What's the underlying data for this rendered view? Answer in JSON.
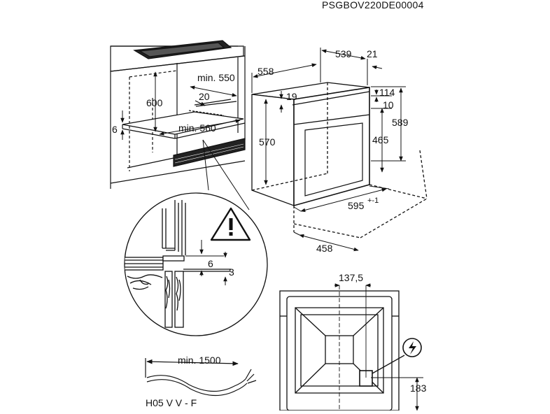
{
  "diagram": {
    "code": "PSGBOV220DE00004",
    "warning_symbol": "warning-triangle-icon",
    "electrical_symbol": "electrical-connection-icon",
    "cabinet": {
      "height": "600",
      "min_width": "min. 550",
      "back_gap": "20",
      "min_depth": "min. 560",
      "floor_offset": "6"
    },
    "oven": {
      "depth_total": "558",
      "depth_body": "539",
      "front_thickness": "21",
      "top_offset": "19",
      "height_body": "570",
      "top_step": "114",
      "front_step": "10",
      "height_total": "589",
      "height_front": "465",
      "width": "595",
      "width_tolerance": "+-1",
      "bottom_depth": "458"
    },
    "detail": {
      "gap_a": "6",
      "gap_b": "3"
    },
    "cable": {
      "min_length": "min. 1500",
      "type": "H05 V V - F"
    },
    "rear": {
      "offset": "137,5",
      "height": "183"
    }
  }
}
